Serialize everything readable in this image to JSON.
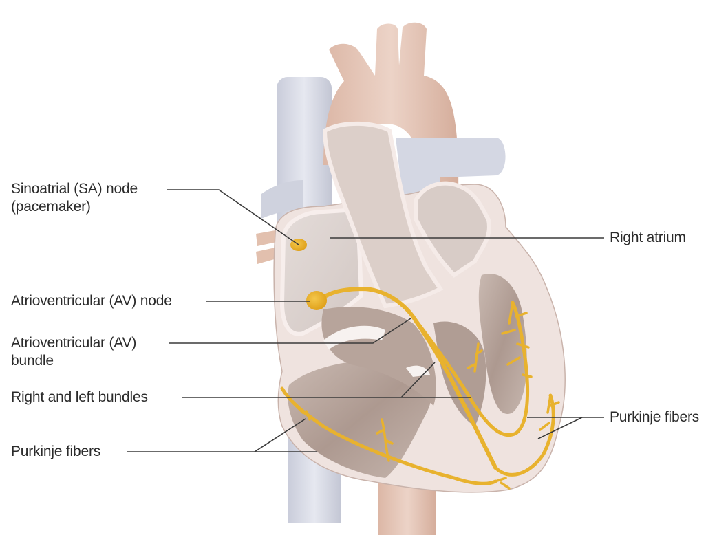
{
  "figure": {
    "subject": "Conduction system of the heart",
    "colors": {
      "conduction": "#E8B22E",
      "conduction_dark": "#D69A16",
      "vein": "#D7DAE6",
      "artery": "#E2C2B2",
      "myocardium": "#F1E6E3",
      "chamber": "#B9A79E",
      "leader_line": "#3a3a3a",
      "text": "#2b2b2b"
    }
  },
  "labels": {
    "left": [
      {
        "id": "sa-node",
        "line1": "Sinoatrial (SA) node",
        "line2": "(pacemaker)"
      },
      {
        "id": "av-node",
        "line1": "Atrioventricular (AV) node"
      },
      {
        "id": "av-bundle",
        "line1": "Atrioventricular (AV)",
        "line2": "bundle"
      },
      {
        "id": "bundles",
        "line1": "Right and left bundles"
      },
      {
        "id": "purkinje-left",
        "line1": "Purkinje fibers"
      }
    ],
    "right": [
      {
        "id": "right-atrium",
        "line1": "Right atrium"
      },
      {
        "id": "purkinje-right",
        "line1": "Purkinje fibers"
      }
    ]
  }
}
